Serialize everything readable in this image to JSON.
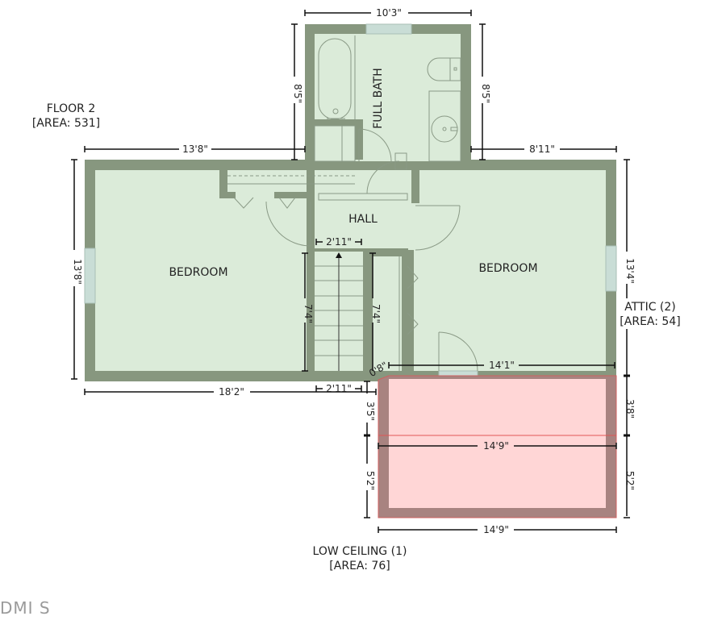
{
  "floor": {
    "title": "FLOOR 2",
    "area": "[AREA: 531]"
  },
  "attic": {
    "title": "ATTIC (2)",
    "area": "[AREA: 54]"
  },
  "low_ceiling": {
    "title": "LOW CEILING (1)",
    "area": "[AREA: 76]"
  },
  "rooms": {
    "bedroom_left": "BEDROOM",
    "bedroom_right": "BEDROOM",
    "hall": "HALL",
    "full_bath": "FULL BATH"
  },
  "dimensions": {
    "bath_top": "10'3\"",
    "bath_left": "8'5\"",
    "bath_right": "8'5\"",
    "left_top": "13'8\"",
    "right_top": "8'11\"",
    "left_height": "13'8\"",
    "right_height": "13'4\"",
    "hall_width": "2'11\"",
    "stair_left": "7'4\"",
    "stair_right": "7'4\"",
    "small_gap": "0'8\"",
    "bedroom_right_width": "14'1\"",
    "bottom_total": "18'2\"",
    "stair_bottom": "2'11\"",
    "low_left_upper": "3'5\"",
    "low_left_lower": "5'2\"",
    "low_right_upper": "3'8\"",
    "low_right_lower": "5'2\"",
    "low_mid_width": "14'9\"",
    "low_bottom_width": "14'9\""
  },
  "watermark": "DMI S",
  "colors": {
    "wall": "#87977f",
    "floor": "#dbebd9",
    "window": "#c9ddd6",
    "low_wall": "#a88380",
    "low_floor": "#ffd6d6",
    "low_outline": "#d06060"
  }
}
